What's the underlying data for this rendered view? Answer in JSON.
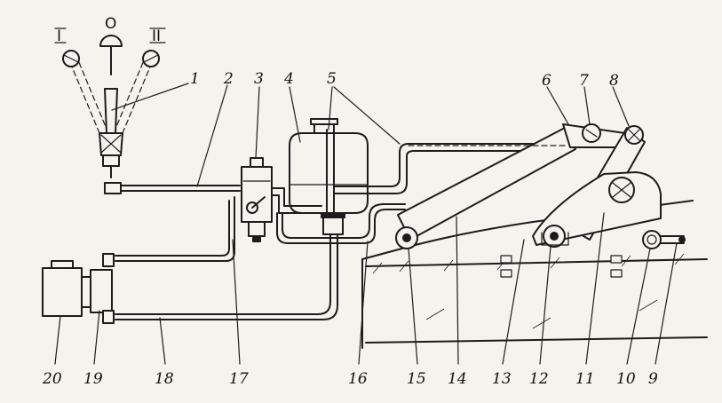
{
  "diagram": {
    "positions": {
      "left": "I",
      "center": "O",
      "right": "II"
    },
    "callouts": {
      "c1": "1",
      "c2": "2",
      "c3": "3",
      "c4": "4",
      "c5": "5",
      "c6": "6",
      "c7": "7",
      "c8": "8",
      "c9": "9",
      "c10": "10",
      "c11": "11",
      "c12": "12",
      "c13": "13",
      "c14": "14",
      "c15": "15",
      "c16": "16",
      "c17": "17",
      "c18": "18",
      "c19": "19",
      "c20": "20"
    }
  }
}
